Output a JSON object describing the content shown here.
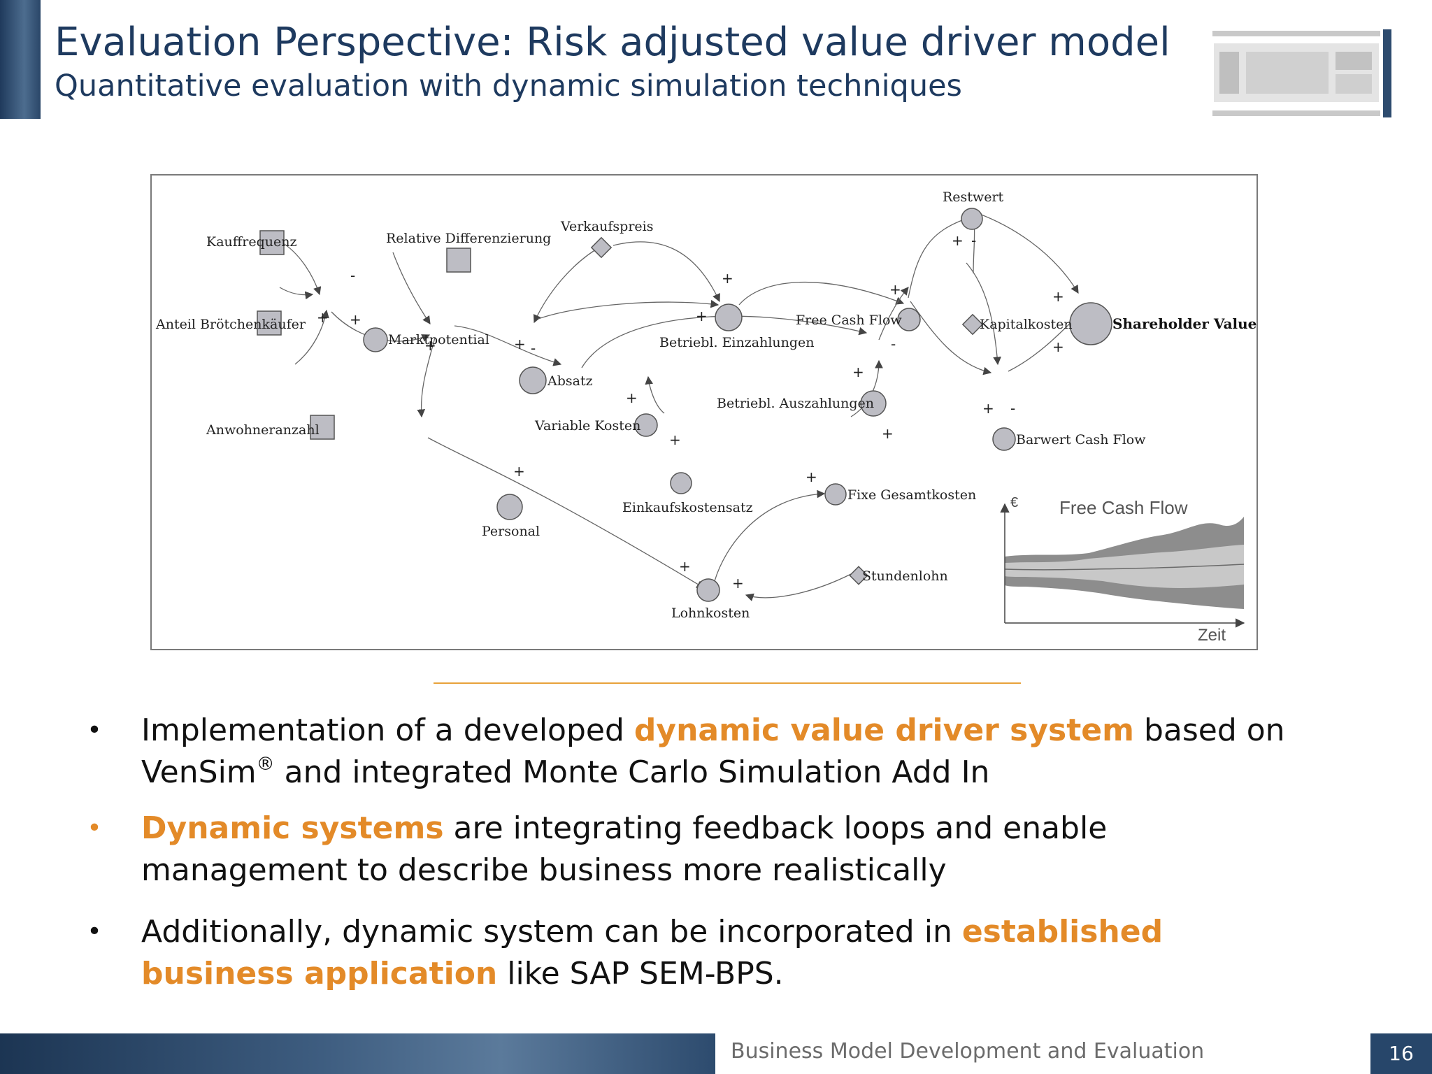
{
  "header": {
    "title": "Evaluation Perspective: Risk adjusted value driver model",
    "subtitle": "Quantitative evaluation with dynamic simulation techniques"
  },
  "diagram": {
    "nodes": {
      "kauffrequenz": "Kauffrequenz",
      "relative_differenzierung": "Relative Differenzierung",
      "verkaufspreis": "Verkaufspreis",
      "restwert": "Restwert",
      "anteil": "Anteil Brötchenkäufer",
      "marktpotential": "Marktpotential",
      "betriebl_einzahlungen": "Betriebl. Einzahlungen",
      "free_cash_flow": "Free Cash Flow",
      "kapitalkosten": "Kapitalkosten",
      "shareholder_value": "Shareholder Value",
      "absatz": "Absatz",
      "betriebl_auszahlungen": "Betriebl. Auszahlungen",
      "variable_kosten": "Variable Kosten",
      "barwert_cash_flow": "Barwert Cash Flow",
      "anwohneranzahl": "Anwohneranzahl",
      "einkaufskostensatz": "Einkaufskostensatz",
      "fixe_gesamtkosten": "Fixe Gesamtkosten",
      "personal": "Personal",
      "stundenlohn": "Stundenlohn",
      "lohnkosten": "Lohnkosten"
    },
    "inset": {
      "title": "Free Cash Flow",
      "y_symbol": "€",
      "x_label": "Zeit"
    }
  },
  "bullets": [
    {
      "pre": "Implementation of a developed ",
      "highlight": "dynamic value driver system",
      "post_line1": " based on",
      "line2_pre": "VenSim",
      "sup": "®",
      "line2_post": " and integrated Monte Carlo Simulation Add In"
    },
    {
      "highlight": "Dynamic systems",
      "post_line1": " are integrating feedback loops and enable",
      "line2": "management to describe business more realistically"
    },
    {
      "pre": "Additionally, dynamic system can be incorporated in ",
      "highlight_a": "established",
      "highlight_b": "business application",
      "post": " like SAP SEM-BPS."
    }
  ],
  "bullet_marker": "•",
  "footer": {
    "text": "Business Model Development and Evaluation",
    "page": "16"
  },
  "colors": {
    "title": "#1e3a5f",
    "highlight": "#e38a28",
    "footer_bar": "#27466a"
  }
}
